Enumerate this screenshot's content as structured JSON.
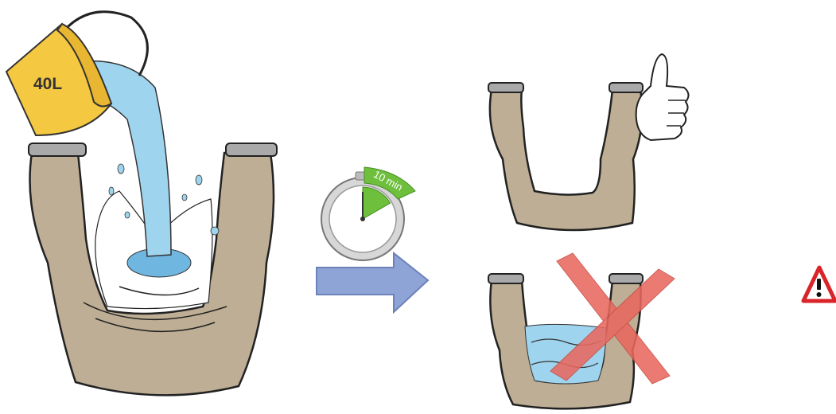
{
  "bucket": {
    "label": "40L"
  },
  "timer": {
    "label": "10 min",
    "elapsed_fraction": 0.167
  },
  "colors": {
    "soil": "#bdae95",
    "water": "#9fd4ef",
    "water_dark": "#6fb6e0",
    "bucket": "#f5c842",
    "cap": "#a9a9a9",
    "arrow": "#8ea3d6",
    "timer_green": "#6dbf3c",
    "cross": "#e8685f",
    "warning": "#d9252a"
  },
  "icons": [
    "bucket-icon",
    "stopwatch-icon",
    "arrow-right-icon",
    "thumbs-up-icon",
    "cross-icon",
    "warning-icon"
  ]
}
